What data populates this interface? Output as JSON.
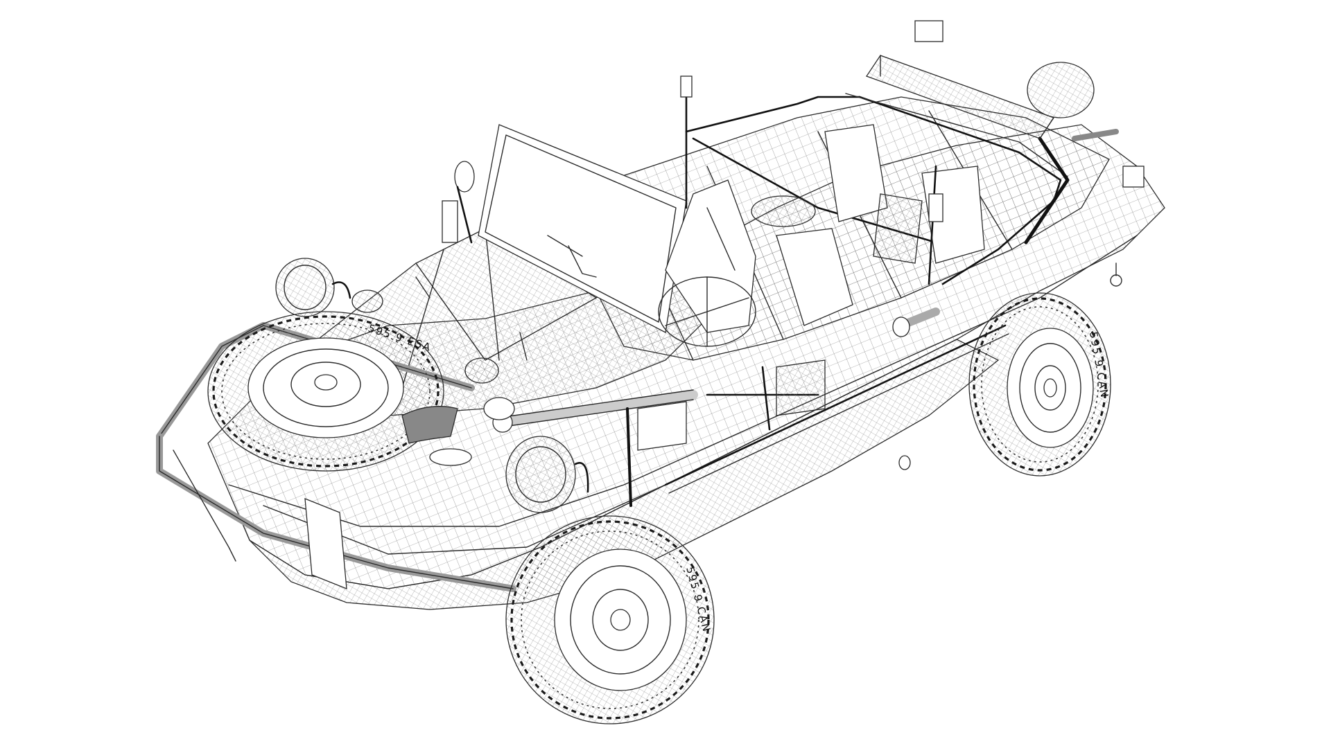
{
  "image": {
    "subject": "amphibious-vehicle-wireframe",
    "background_color": "#ffffff",
    "line_color": "#2a2a2a"
  },
  "tire_markings": {
    "spare_tire_text": "595 9 ESA",
    "front_tire_text": "595 9 CAN",
    "rear_tire_text": "595 9 CAN"
  }
}
